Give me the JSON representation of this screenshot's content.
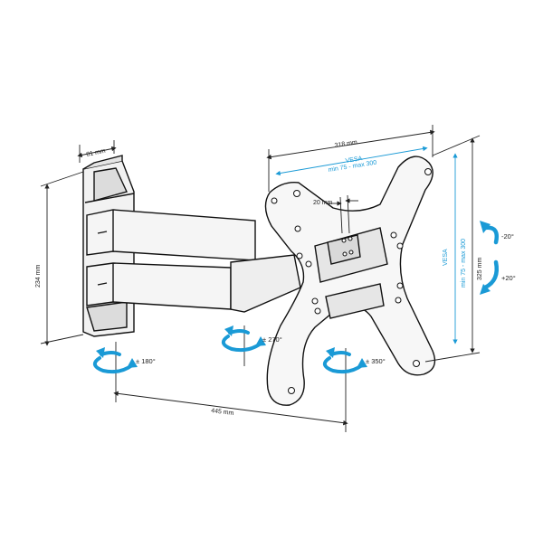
{
  "dimensions": {
    "depth": "81 mm",
    "height": "234 mm",
    "width": "318 mm",
    "reach": "445 mm",
    "plate_height": "325 mm",
    "hole_spacing": "20 mm"
  },
  "vesa": {
    "horizontal_title": "VESA",
    "horizontal_range": "min 75 - max 300",
    "vertical_title": "VESA",
    "vertical_range": "min 75 - max 300"
  },
  "rotations": {
    "wall_swivel": "± 180°",
    "arm_swivel": "± 270°",
    "plate_swivel": "± 350°",
    "tilt_up": "-20°",
    "tilt_down": "+20°"
  },
  "colors": {
    "accent": "#1a9ad6",
    "line": "#111111",
    "fill_light": "#f2f2f2",
    "fill_mid": "#d9d9d9"
  },
  "icons": [
    "rotation-arrow-icon",
    "tilt-arrow-icon"
  ]
}
